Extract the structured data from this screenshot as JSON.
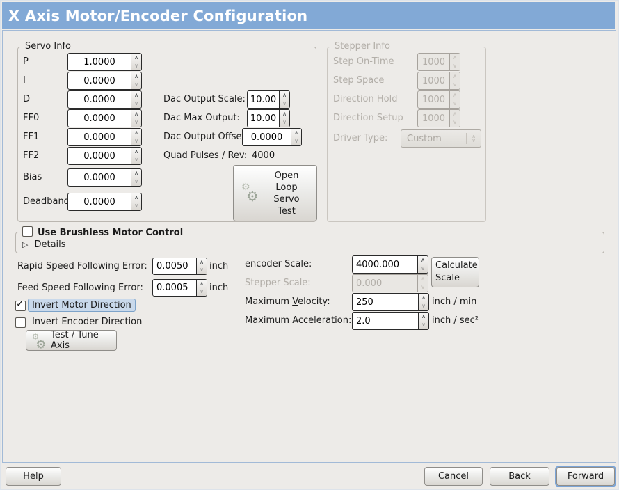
{
  "icons": {
    "spin_up": "∧",
    "spin_down": "∨",
    "check": "✓",
    "expander_right": "▷",
    "gear": "⚙",
    "combo_up": "∧",
    "combo_down": "∨"
  },
  "window": {
    "title": "X Axis Motor/Encoder Configuration"
  },
  "servo_info": {
    "title": "Servo Info",
    "params": [
      {
        "label": "P",
        "value": "1.0000"
      },
      {
        "label": "I",
        "value": "0.0000"
      },
      {
        "label": "D",
        "value": "0.0000"
      },
      {
        "label": "FF0",
        "value": "0.0000"
      },
      {
        "label": "FF1",
        "value": "0.0000"
      },
      {
        "label": "FF2",
        "value": "0.0000"
      },
      {
        "label": "Bias",
        "value": "0.0000"
      },
      {
        "label": "Deadband",
        "value": "0.0000"
      }
    ],
    "dac_output_scale": {
      "label": "Dac Output Scale:",
      "value": "10.00"
    },
    "dac_max_output": {
      "label": "Dac Max Output:",
      "value": "10.00"
    },
    "dac_output_offset": {
      "label": "Dac Output Offset:",
      "value": "0.0000"
    },
    "quad_pulses": {
      "label": "Quad Pulses / Rev:",
      "value": "4000"
    },
    "open_loop_test_button": "Open Loop Servo Test"
  },
  "stepper_info": {
    "title": "Stepper Info",
    "params": [
      {
        "label": "Step On-Time",
        "value": "1000"
      },
      {
        "label": "Step Space",
        "value": "1000"
      },
      {
        "label": "Direction Hold",
        "value": "1000"
      },
      {
        "label": "Direction Setup",
        "value": "1000"
      }
    ],
    "driver_type": {
      "label": "Driver Type:",
      "value": "Custom"
    }
  },
  "brushless": {
    "title": "Use Brushless Motor Control",
    "checked": false,
    "mark": "",
    "details": "Details"
  },
  "following_errors": {
    "rapid": {
      "label": "Rapid Speed Following Error:",
      "value": "0.0050",
      "unit": "inch"
    },
    "feed": {
      "label": "Feed Speed Following Error:",
      "value": "0.0005",
      "unit": "inch"
    }
  },
  "direction": {
    "invert_motor": {
      "label": "Invert Motor Direction",
      "checked": true,
      "mark": "✓"
    },
    "invert_encoder": {
      "label": "Invert Encoder Direction",
      "checked": false,
      "mark": ""
    }
  },
  "test_tune_button": "Test / Tune Axis",
  "scaling": {
    "encoder_scale": {
      "label": "encoder Scale:",
      "value": "4000.000"
    },
    "stepper_scale": {
      "label": "Stepper Scale:",
      "value": "0.000"
    },
    "calculate_button": "Calculate Scale",
    "max_velocity": {
      "label_pre": "Maximum ",
      "label_mnemonic": "V",
      "label_post": "elocity:",
      "value": "250",
      "unit": "inch / min"
    },
    "max_acceleration": {
      "label_pre": "Maximum ",
      "label_mnemonic": "A",
      "label_post": "cceleration:",
      "value": "2.0",
      "unit": "inch / sec²"
    }
  },
  "footer": {
    "help": {
      "mnemonic": "H",
      "rest": "elp"
    },
    "cancel": {
      "mnemonic": "C",
      "rest": "ancel"
    },
    "back": {
      "mnemonic": "B",
      "rest": "ack"
    },
    "forward": {
      "mnemonic": "F",
      "rest": "orward"
    }
  }
}
